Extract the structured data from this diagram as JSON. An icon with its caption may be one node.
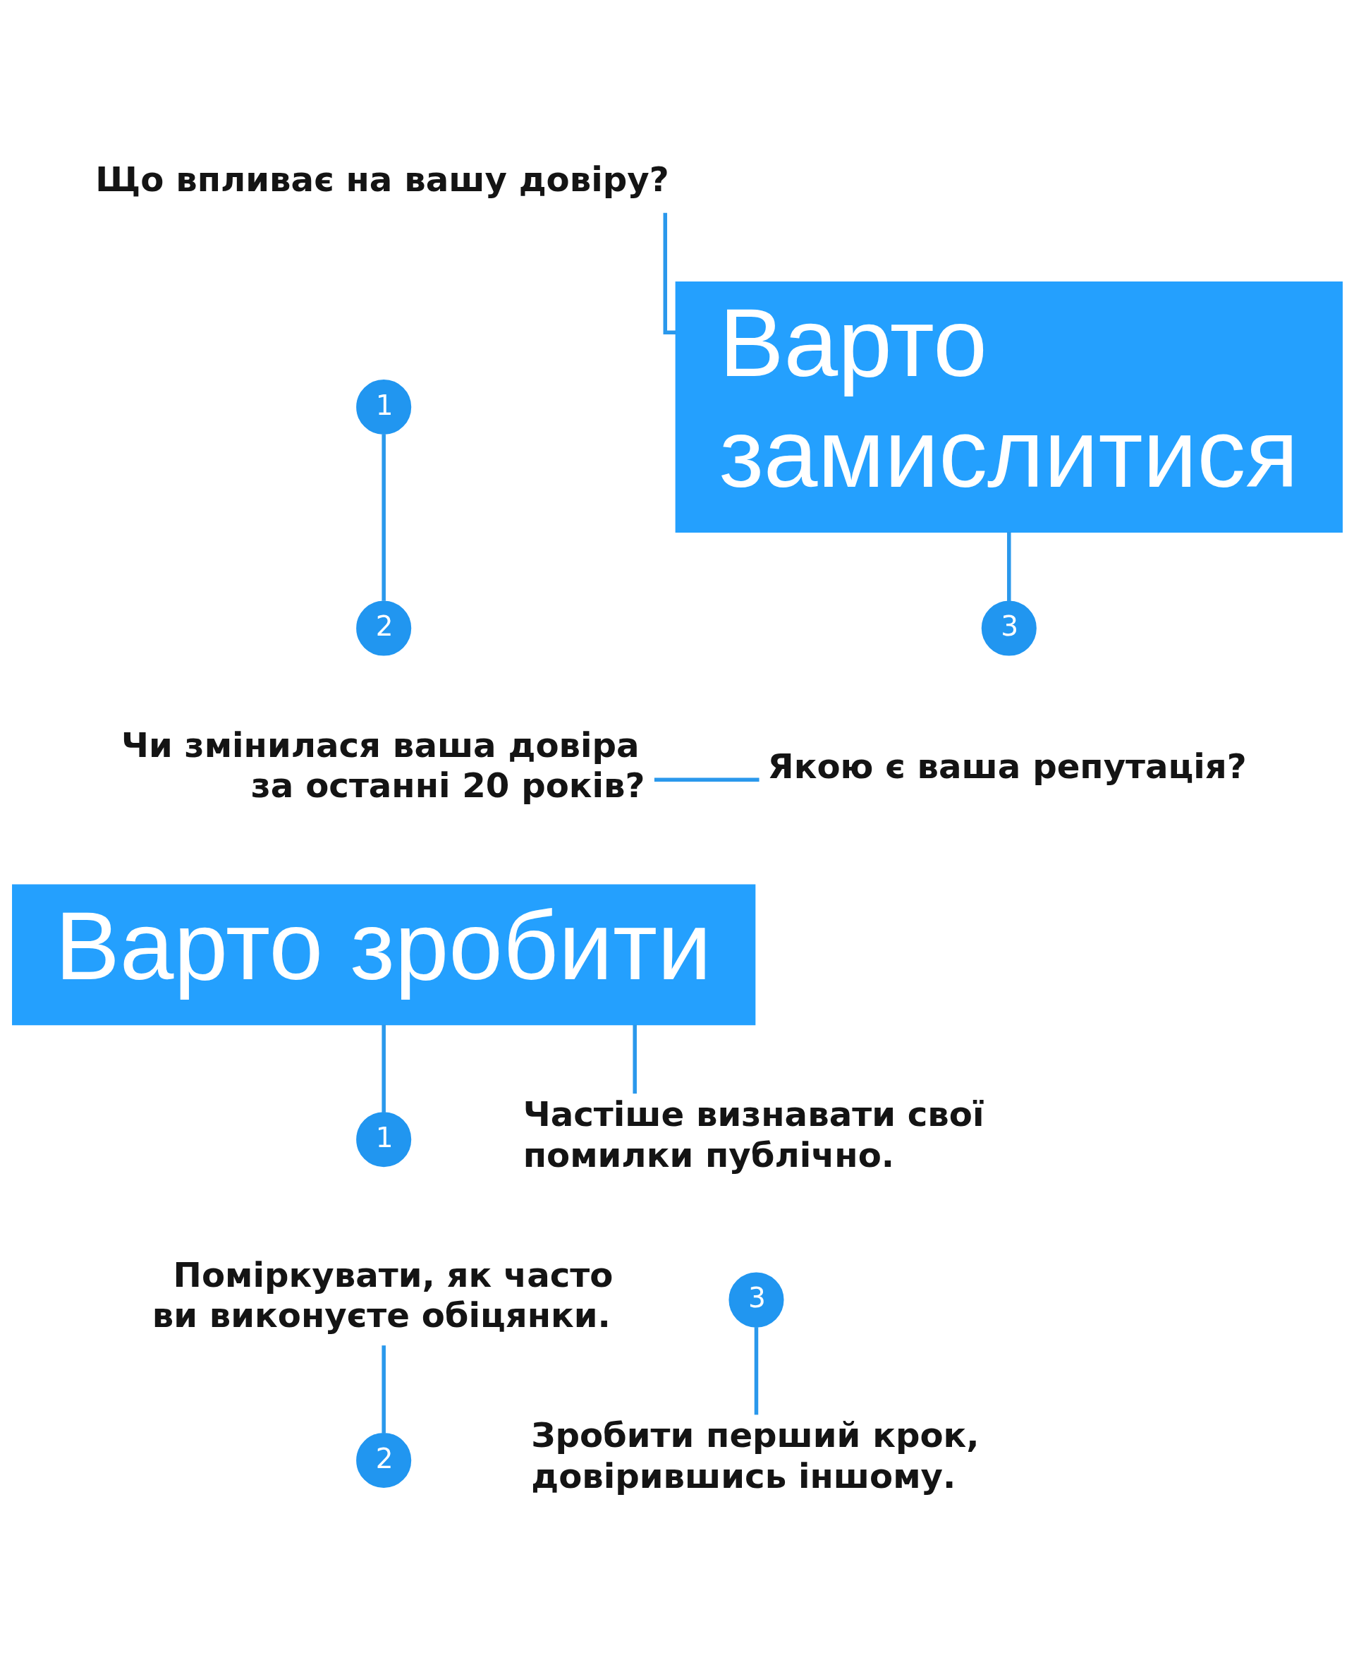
{
  "diagram": {
    "nodes": [
      {
        "text": [
          "Що впливає на вашу довіру?"
        ]
      },
      {
        "text": [
          "1"
        ]
      },
      {
        "text": [
          "Варто замислитися"
        ]
      },
      {
        "text": [
          "2"
        ]
      },
      {
        "text": [
          "Чи змінилася ваша довіра за останні 20 років?"
        ]
      },
      {
        "text": [
          "3"
        ]
      },
      {
        "text": [
          "Якою є ваша репутація?"
        ]
      },
      {
        "text": [
          "Варто зробити"
        ]
      },
      {
        "text": [
          "Частіше визнавати свої помилки публічно."
        ]
      },
      {
        "text": [
          "3"
        ]
      },
      {
        "text": [
          "1"
        ]
      },
      {
        "text": [
          "Поміркувати, як часто ви виконуєте обіцянки."
        ]
      },
      {
        "text": [
          "2"
        ]
      },
      {
        "text": [
          "Зробити перший крок, довірившись іншому."
        ]
      }
    ],
    "edges": [
      {
        "from": 0,
        "to": 2,
        "arrow": "none"
      },
      {
        "from": 1,
        "to": 3,
        "arrow": "none"
      },
      {
        "from": 2,
        "to": 5,
        "arrow": "none"
      },
      {
        "from": 4,
        "to": 6,
        "arrow": "none"
      },
      {
        "from": 7,
        "to": 8,
        "arrow": "none"
      },
      {
        "from": 7,
        "to": 10,
        "arrow": "none"
      },
      {
        "from": 9,
        "to": 13,
        "arrow": "none"
      },
      {
        "from": 11,
        "to": 12,
        "arrow": "none"
      }
    ]
  }
}
